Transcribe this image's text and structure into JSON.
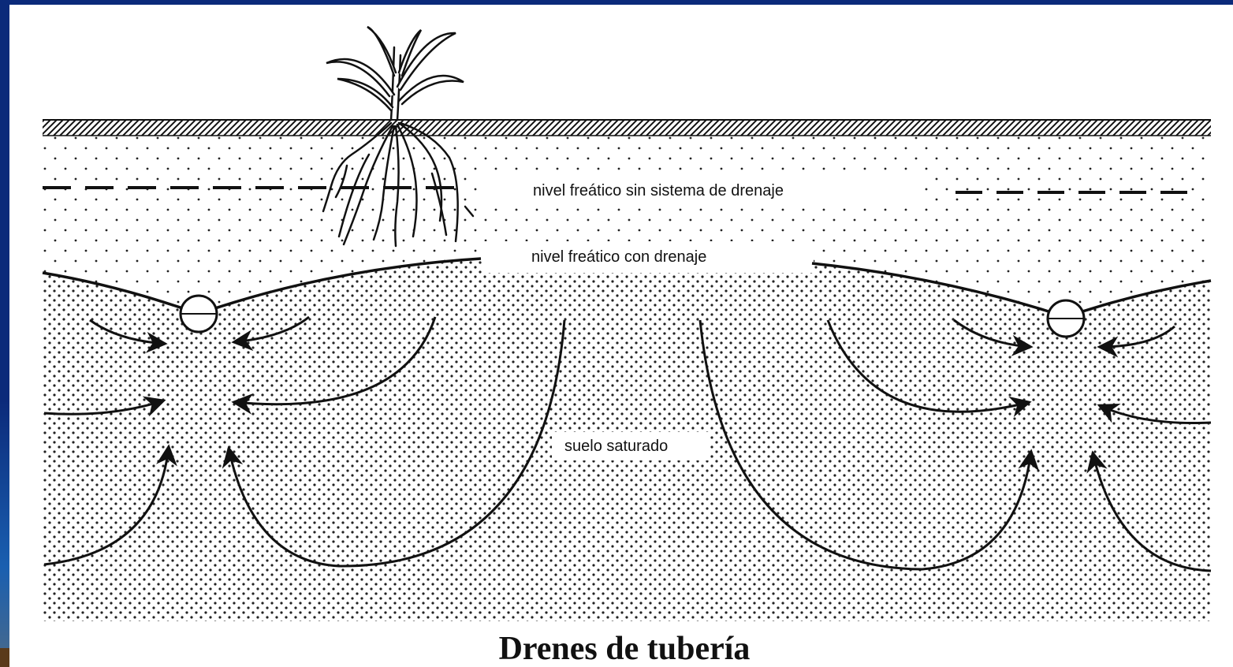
{
  "labels": {
    "water_table_without": "nivel freático sin sistema de drenaje",
    "water_table_with": "nivel freático con drenaje",
    "saturated_soil": "suelo saturado"
  },
  "caption": "Drenes de tubería",
  "colors": {
    "frame": "#0b2a7a",
    "ink": "#111111",
    "background": "#ffffff"
  }
}
